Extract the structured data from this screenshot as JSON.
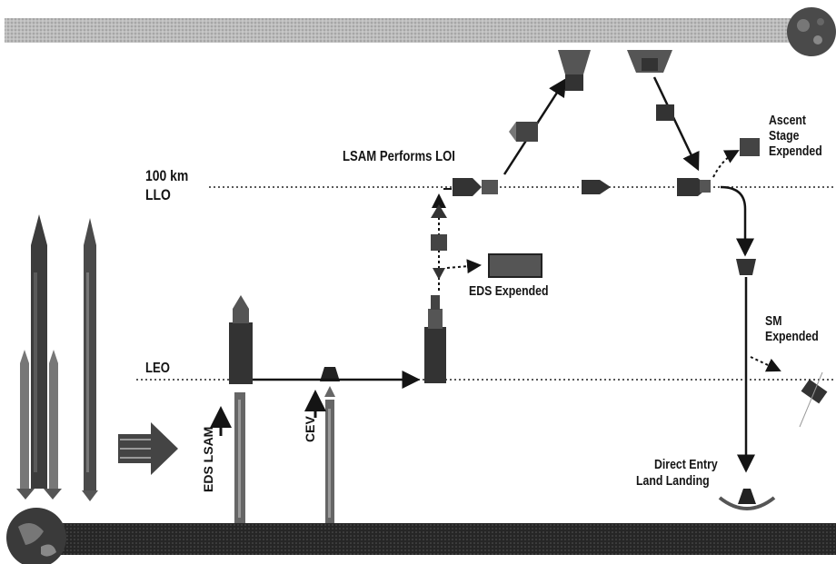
{
  "orbits": {
    "llo_label_line1": "100 km",
    "llo_label_line2": "LLO",
    "leo_label": "LEO"
  },
  "events": {
    "lsam_loi": "LSAM Performs LOI",
    "eds_expended": "EDS Expended",
    "ascent_line1": "Ascent",
    "ascent_line2": "Stage",
    "ascent_line3": "Expended",
    "sm_line1": "SM",
    "sm_line2": "Expended",
    "entry_line1": "Direct Entry",
    "entry_line2": "Land Landing"
  },
  "launch": {
    "eds_lsam": "EDS LSAM",
    "cev": "CEV"
  },
  "colors": {
    "ground_band": "#2a2a2a",
    "lunar_band": "#bdbdbd",
    "ink": "#141414"
  }
}
